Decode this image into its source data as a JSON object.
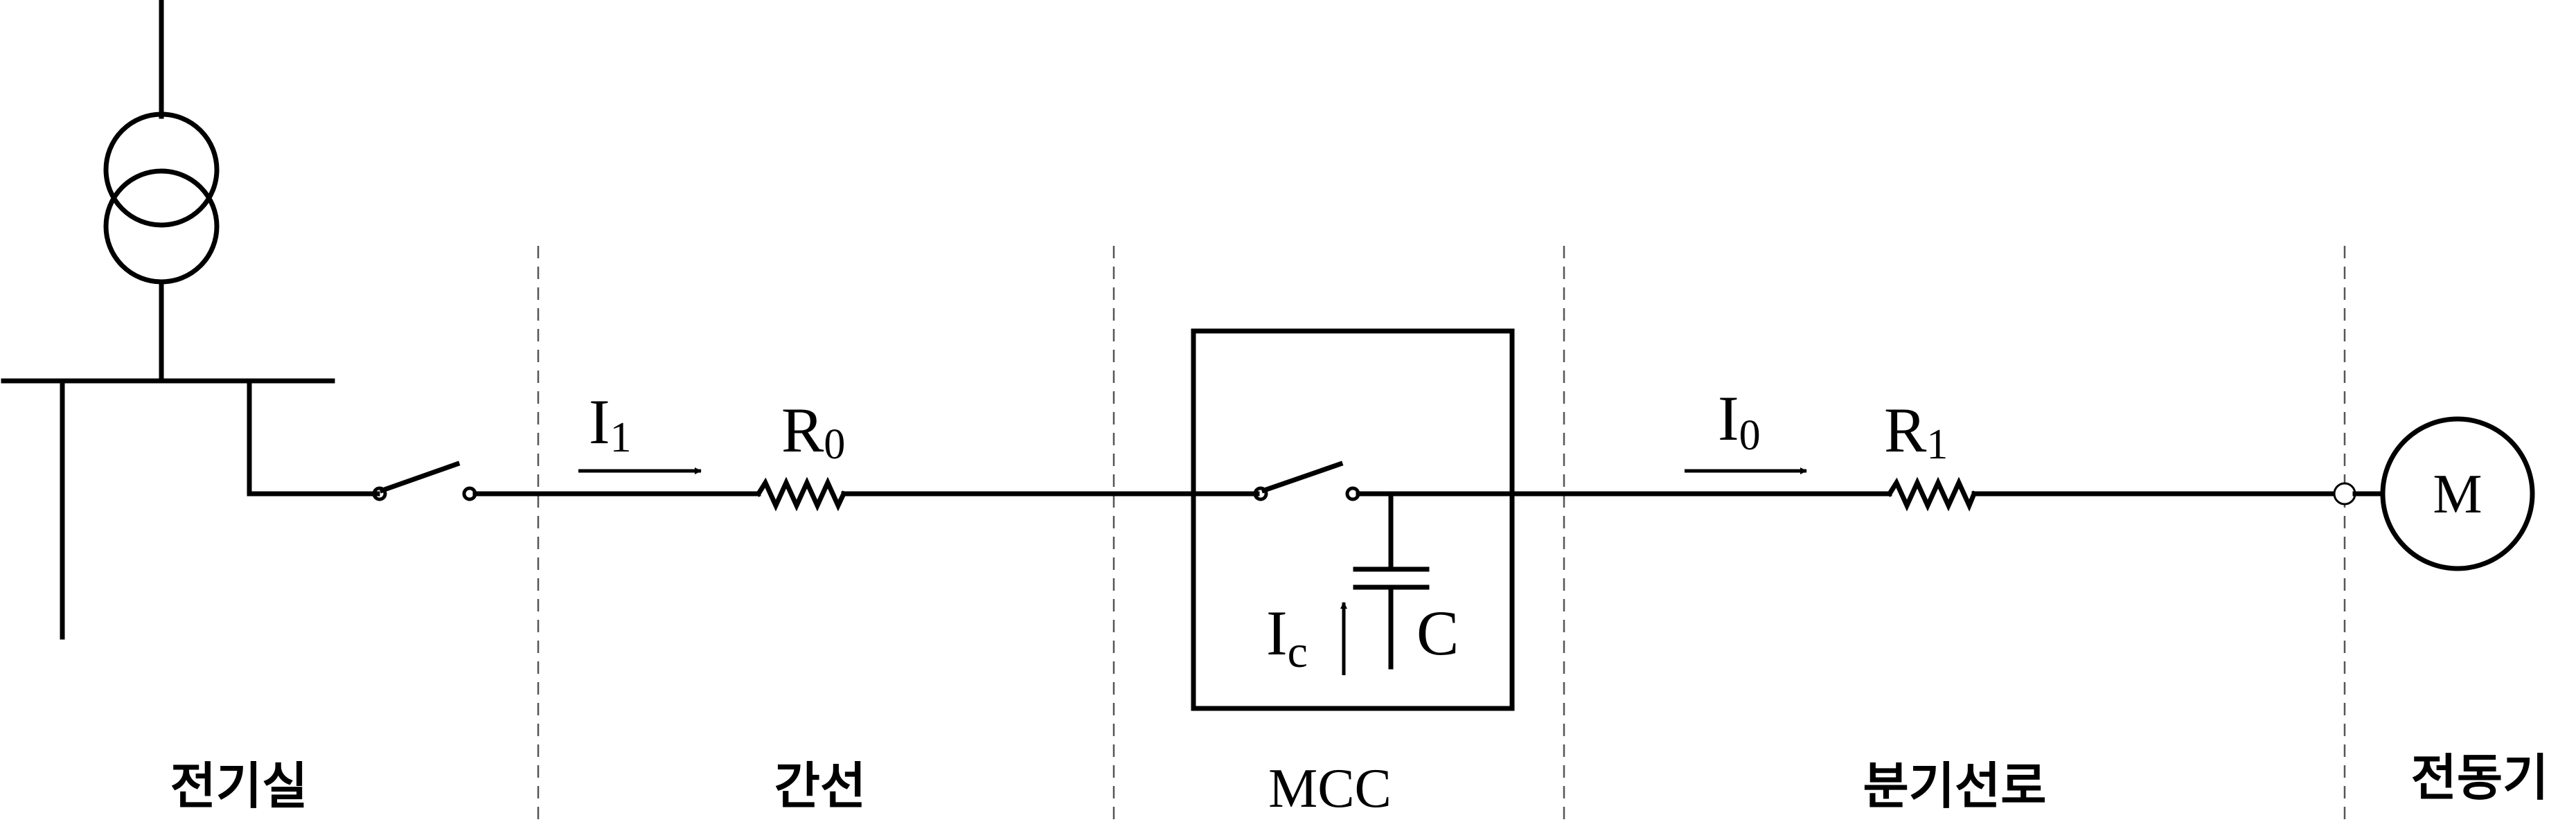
{
  "sections": {
    "substation": "전기실",
    "feeder": "간선",
    "mcc": "MCC",
    "branch_line": "분기선로",
    "motor": "전동기"
  },
  "symbols": {
    "current_feeder_main": "I",
    "current_feeder_sub": "1",
    "resistor_feeder_main": "R",
    "resistor_feeder_sub": "0",
    "current_branch_main": "I",
    "current_branch_sub": "0",
    "resistor_branch_main": "R",
    "resistor_branch_sub": "1",
    "capacitor_current_main": "I",
    "capacitor_current_sub": "c",
    "capacitor": "C",
    "motor": "M"
  }
}
